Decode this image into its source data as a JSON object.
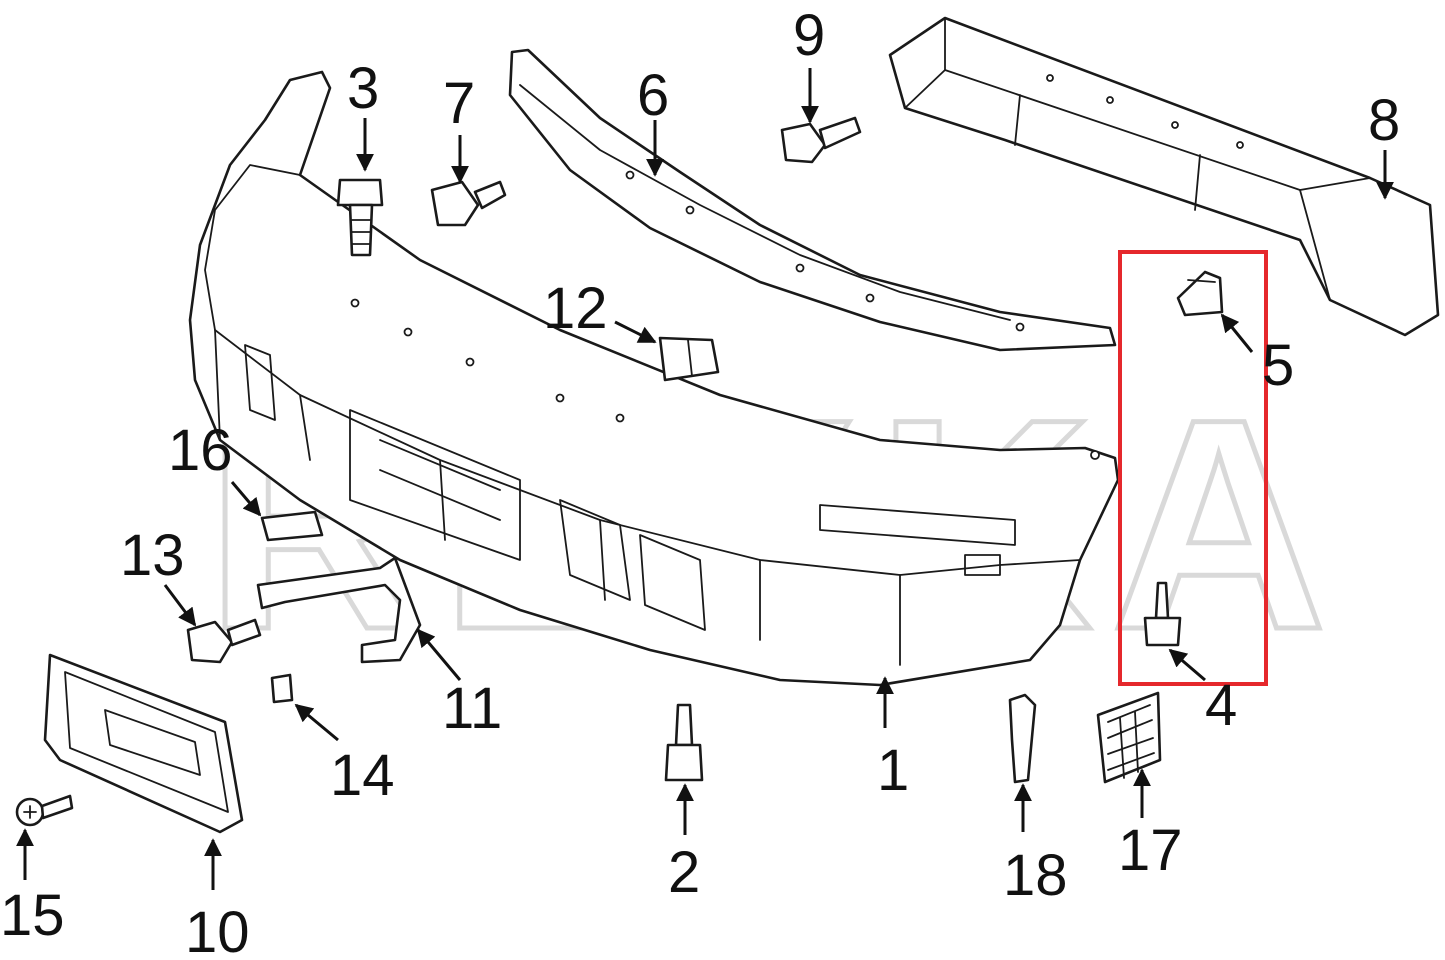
{
  "watermark": "REXKA",
  "colors": {
    "line": "#1a1a1a",
    "highlight": "#e5282c",
    "watermark": "#d9d9d9",
    "background": "#ffffff"
  },
  "callouts": [
    "1",
    "2",
    "3",
    "4",
    "5",
    "6",
    "7",
    "8",
    "9",
    "10",
    "11",
    "12",
    "13",
    "14",
    "15",
    "16",
    "17",
    "18"
  ],
  "highlighted_parts": [
    "4",
    "5"
  ]
}
